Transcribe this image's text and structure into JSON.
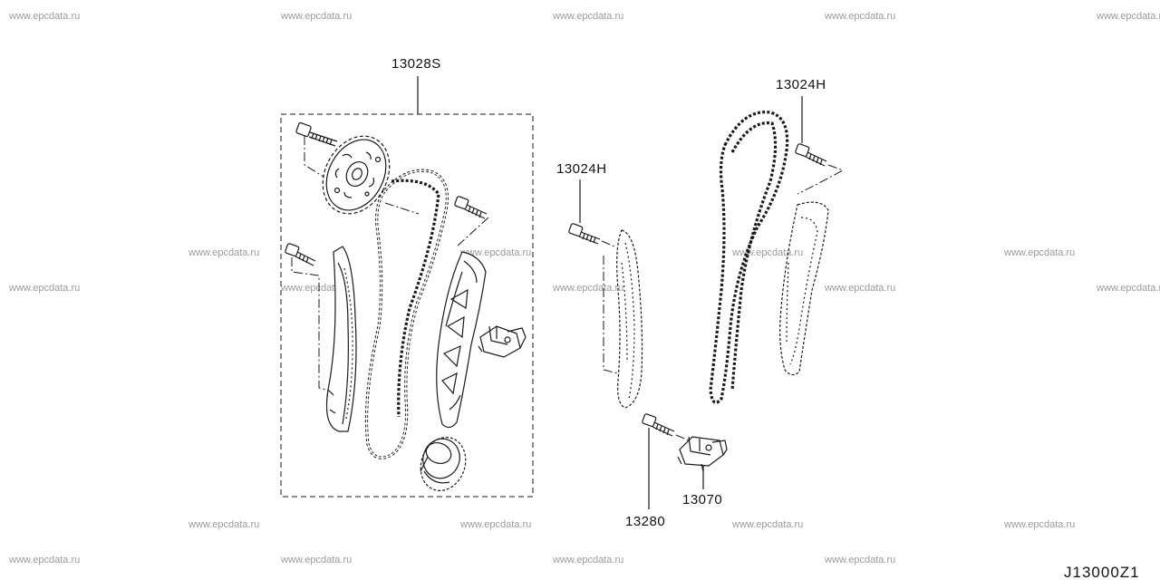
{
  "watermark": "www.epcdata.ru",
  "diagram_code": "J13000Z1",
  "parts": {
    "kit": "13028S",
    "guide_bolt_right": "13024H",
    "guide_bolt_left": "13024H",
    "tensioner_bolt": "13280",
    "tensioner": "13070"
  }
}
